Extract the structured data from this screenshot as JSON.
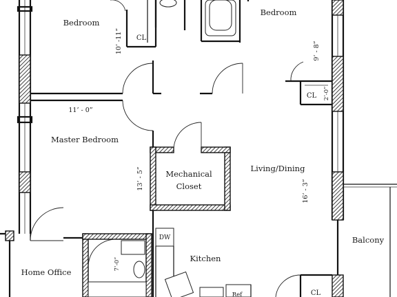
{
  "rooms": {
    "bedroom_left": "Bedroom",
    "bedroom_right": "Bedroom",
    "master_bedroom": "Master Bedroom",
    "mechanical_closet_line1": "Mechanical",
    "mechanical_closet_line2": "Closet",
    "living_dining": "Living/Dining",
    "kitchen": "Kitchen",
    "home_office": "Home Office",
    "balcony": "Balcony"
  },
  "closets": {
    "cl_left": "CL",
    "cl_right": "CL",
    "cl_bottom": "CL"
  },
  "dimensions": {
    "bedroom_left_depth": "10’ -11”",
    "bedroom_right_depth": "9’ - 8”",
    "closet_right_width": "2’-0”",
    "master_width": "11’ - 0”",
    "master_depth": "13’ - 5”",
    "living_depth": "16’ - 3”",
    "bath_width": "7’-0”"
  },
  "appliances": {
    "dishwasher": "DW",
    "refrigerator": "Ref"
  }
}
